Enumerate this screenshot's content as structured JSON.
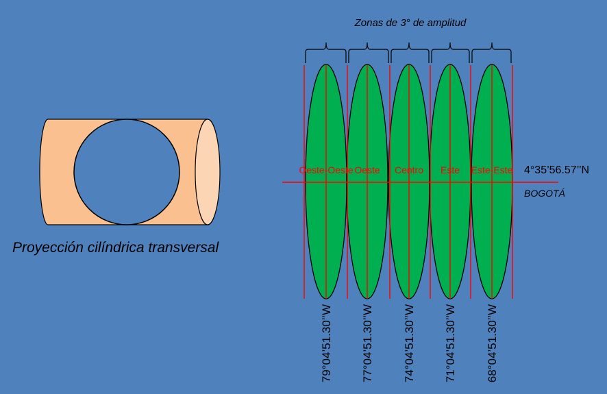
{
  "cylinder": {
    "caption": "Proyección cilíndrica transversal",
    "body_color": "#fac090",
    "end_color": "#fcd5b5"
  },
  "zones_diagram": {
    "header": "Zonas de 3° de amplitud",
    "zone_color": "#00b050",
    "line_color": "#ff0000",
    "zones": [
      {
        "name": "Oeste-Oeste",
        "meridian": "79°04’51.30’’W"
      },
      {
        "name": "Oeste",
        "meridian": "77°04’51.30’’W"
      },
      {
        "name": "Centro",
        "meridian": "74°04’51.30’’W"
      },
      {
        "name": "Este",
        "meridian": "71°04’51.30’’W"
      },
      {
        "name": "Este-Este",
        "meridian": "68°04’51.30’’W"
      }
    ],
    "latitude": "4°35’56.57’’N",
    "city": "BOGOTÁ"
  }
}
